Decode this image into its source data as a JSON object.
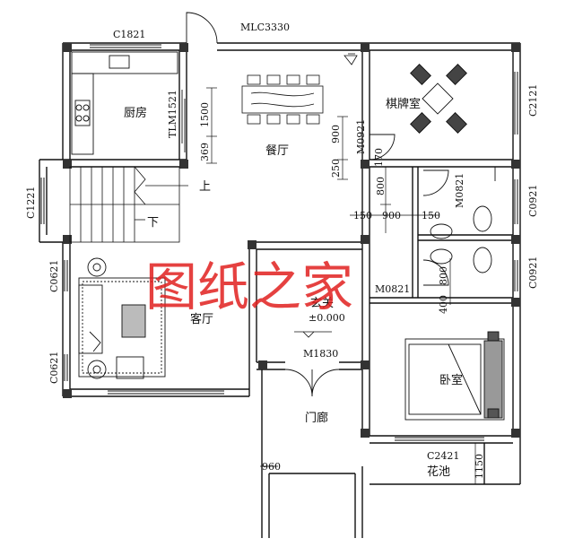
{
  "watermark": "图纸之家",
  "rooms": {
    "kitchen": "厨房",
    "dining": "餐厅",
    "chess_room": "棋牌室",
    "living": "客厅",
    "foyer": "玄关",
    "elevation": "±0.000",
    "porch": "门廊",
    "bedroom": "卧室",
    "flower_bed": "花池",
    "stairs_up": "上",
    "stairs_down": "下"
  },
  "codes": {
    "kitchen_window": "C1821",
    "dining_door": "MLC3330",
    "chess_window": "C2121",
    "sliding_door": "TLM1521",
    "chess_door": "M0921",
    "stair_window": "C1221",
    "bath_door_upper": "M0821",
    "bath_window_upper": "C0921",
    "bath_window_lower": "C0921",
    "bath_door_lower": "M0821",
    "living_window_upper": "C0621",
    "living_window_lower": "C0621",
    "entry_door": "M1830",
    "bed_window": "C2421"
  },
  "dimensions": {
    "d1500": "1500",
    "d369": "369",
    "d900_left": "900",
    "d250": "250",
    "d170": "170",
    "d800_upper": "800",
    "d150_left": "150",
    "d900_mid": "900",
    "d150_right": "150",
    "d800_lower": "800",
    "d400": "400",
    "d960": "960",
    "d1150": "1150"
  }
}
